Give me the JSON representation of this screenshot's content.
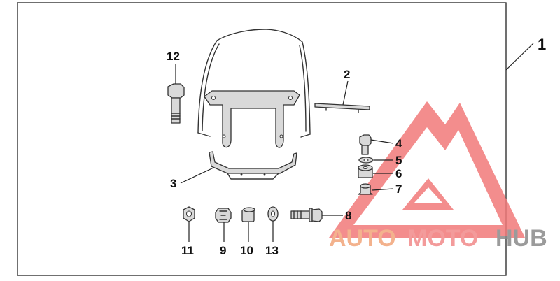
{
  "diagram": {
    "assembly_label": "1",
    "parts": [
      {
        "id": "2",
        "label": "2"
      },
      {
        "id": "3",
        "label": "3"
      },
      {
        "id": "4",
        "label": "4"
      },
      {
        "id": "5",
        "label": "5"
      },
      {
        "id": "6",
        "label": "6"
      },
      {
        "id": "7",
        "label": "7"
      },
      {
        "id": "8",
        "label": "8"
      },
      {
        "id": "9",
        "label": "9"
      },
      {
        "id": "10",
        "label": "10"
      },
      {
        "id": "11",
        "label": "11"
      },
      {
        "id": "12",
        "label": "12"
      },
      {
        "id": "13",
        "label": "13"
      }
    ]
  },
  "watermark": {
    "brand_part1": "AUTO",
    "brand_part2": "MOTO",
    "brand_part3": "HUB",
    "colors": {
      "auto": "#f2a57a",
      "moto": "#f28a8a",
      "hub": "#8a8a8a",
      "triangle": "#f27a7a"
    }
  }
}
